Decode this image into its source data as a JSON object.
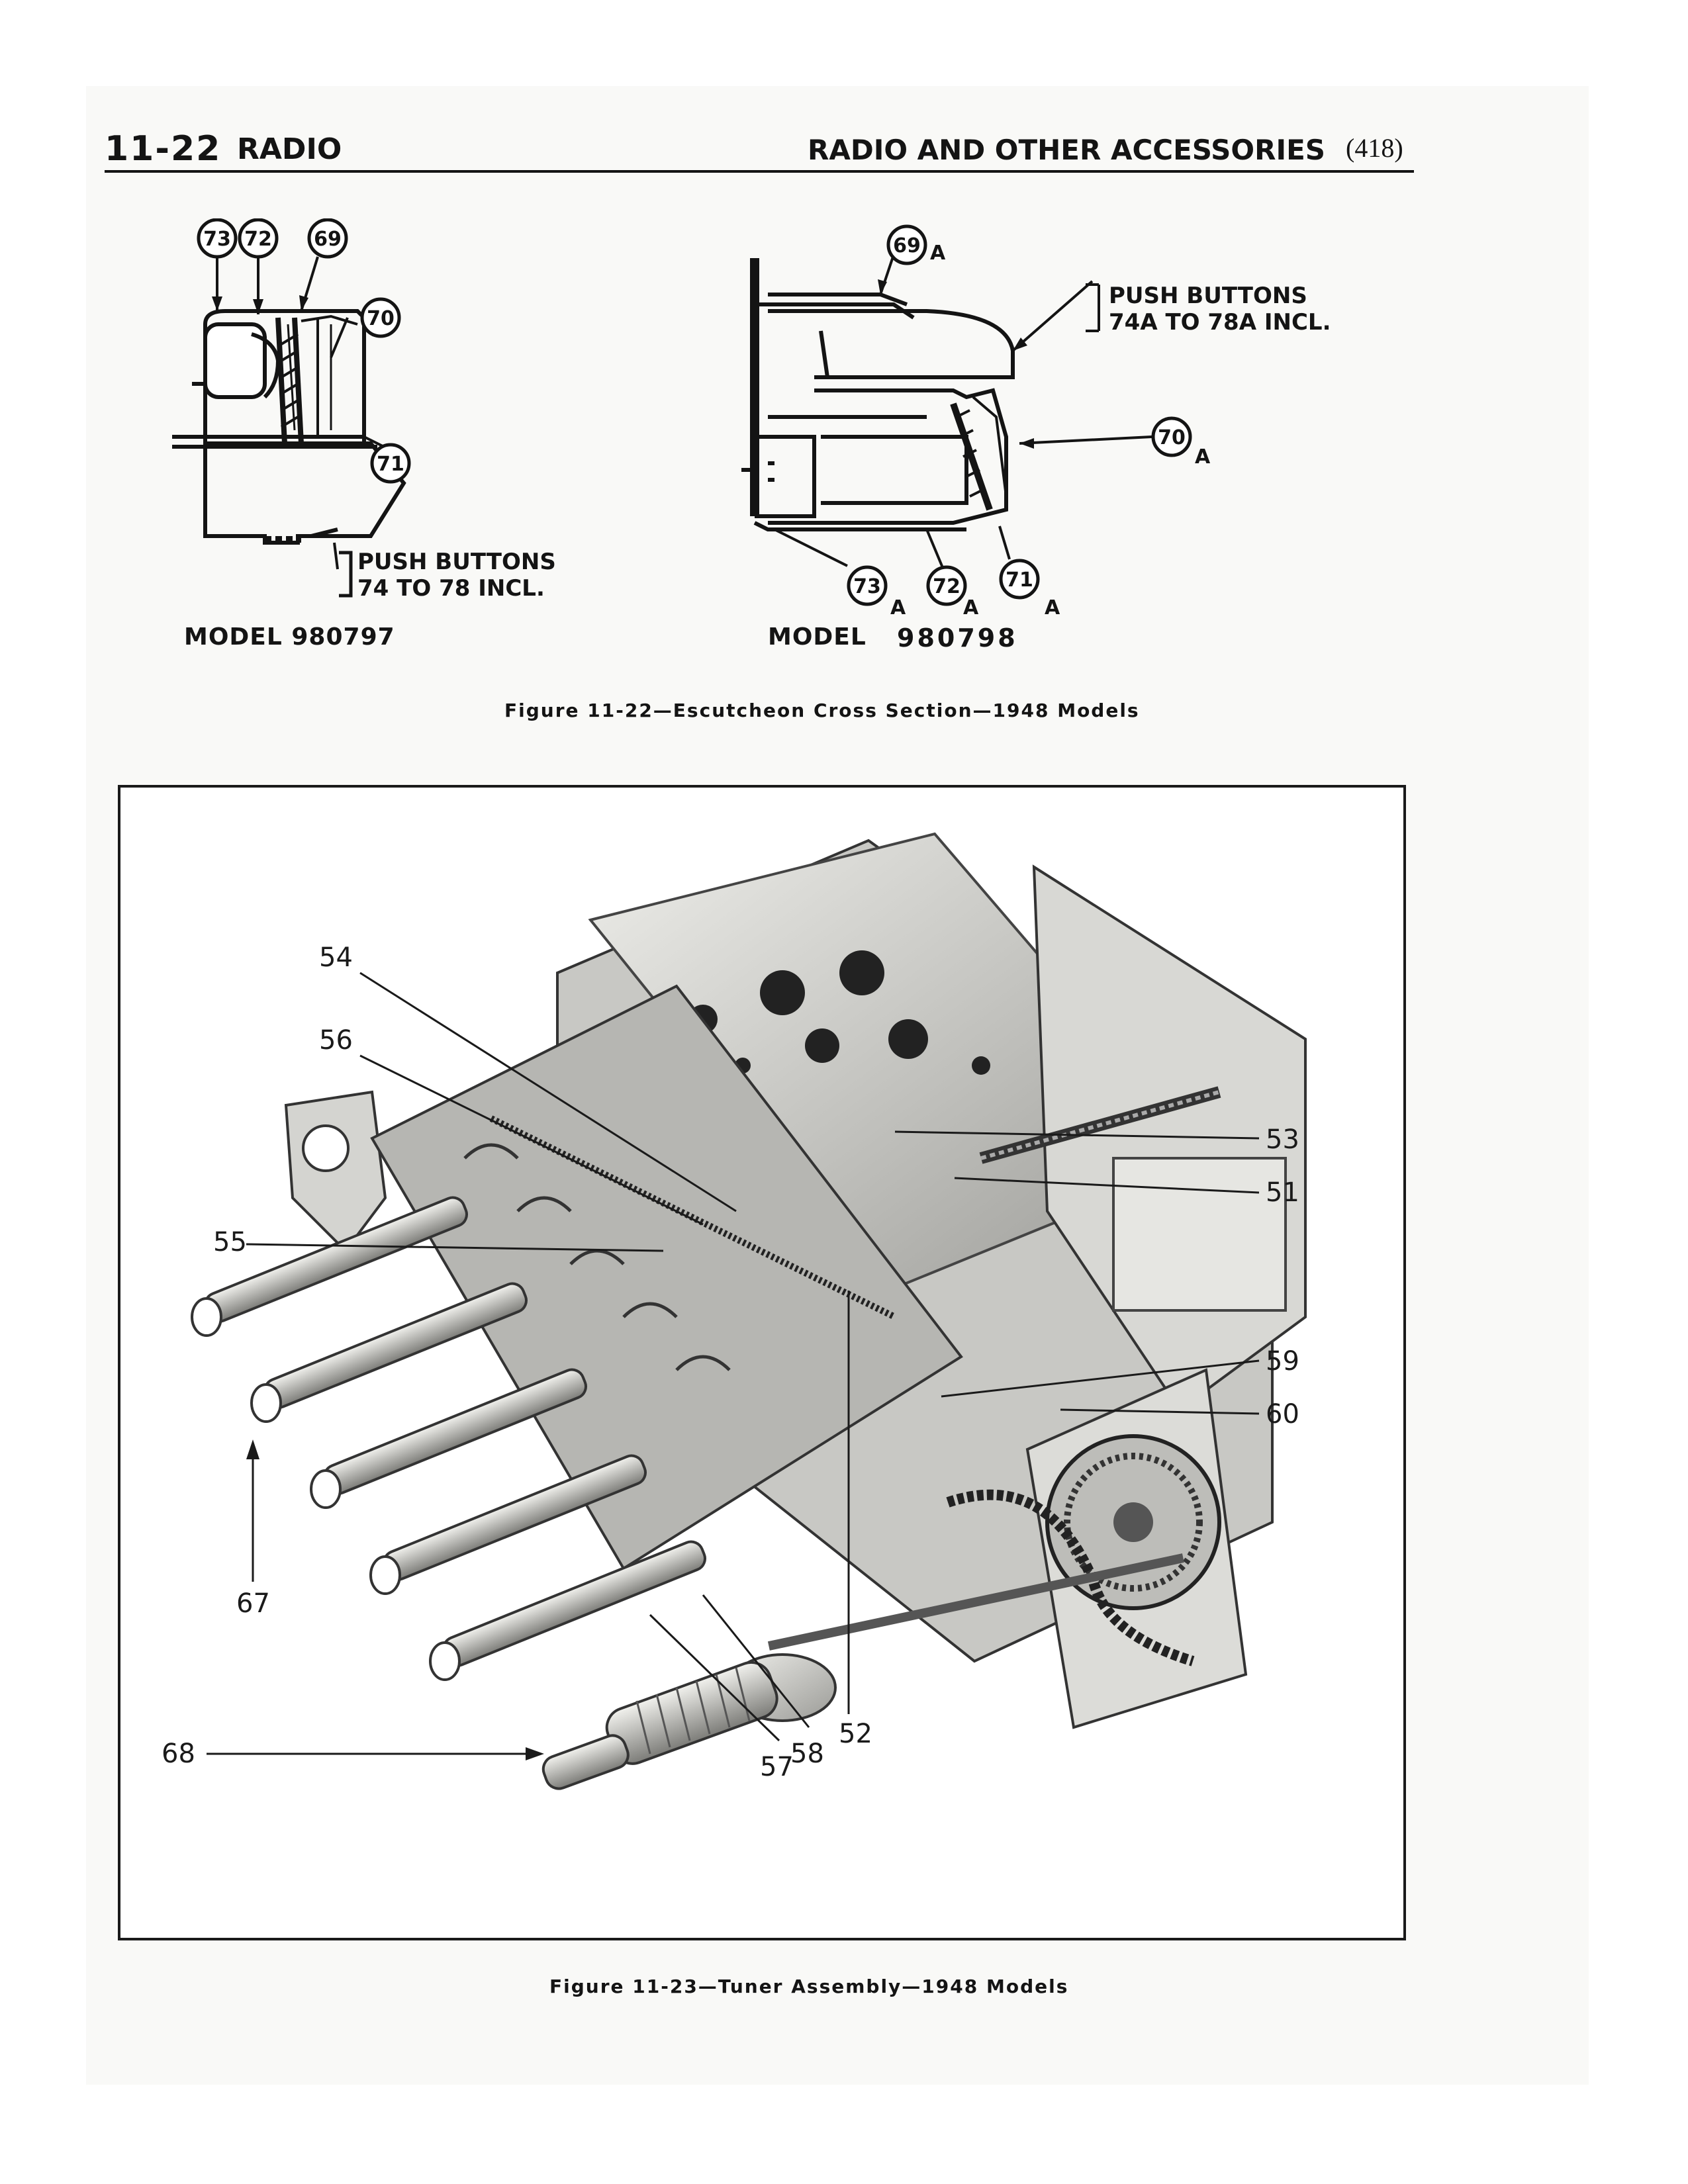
{
  "header": {
    "page_number": "11-22",
    "section": "RADIO",
    "title": "RADIO AND OTHER ACCESSORIES",
    "book_page": "(418)"
  },
  "figure_22": {
    "caption": "Figure 11-22—Escutcheon Cross Section—1948 Models",
    "left": {
      "model": "MODEL 980797",
      "push_buttons_line1": "PUSH BUTTONS",
      "push_buttons_line2": "74 TO 78 INCL.",
      "callouts": [
        "73",
        "72",
        "69",
        "70",
        "71"
      ]
    },
    "right": {
      "model_word": "MODEL",
      "model_number": "980798",
      "push_buttons_line1": "PUSH BUTTONS",
      "push_buttons_line2": "74A TO 78A INCL.",
      "callouts": [
        "69",
        "70",
        "73",
        "72",
        "71"
      ],
      "suffix": "A"
    }
  },
  "figure_23": {
    "caption": "Figure 11-23—Tuner Assembly—1948 Models",
    "callouts": {
      "c54": "54",
      "c56": "56",
      "c55": "55",
      "c53": "53",
      "c51": "51",
      "c59": "59",
      "c60": "60",
      "c67": "67",
      "c68": "68",
      "c52": "52",
      "c58": "58",
      "c57": "57"
    }
  }
}
